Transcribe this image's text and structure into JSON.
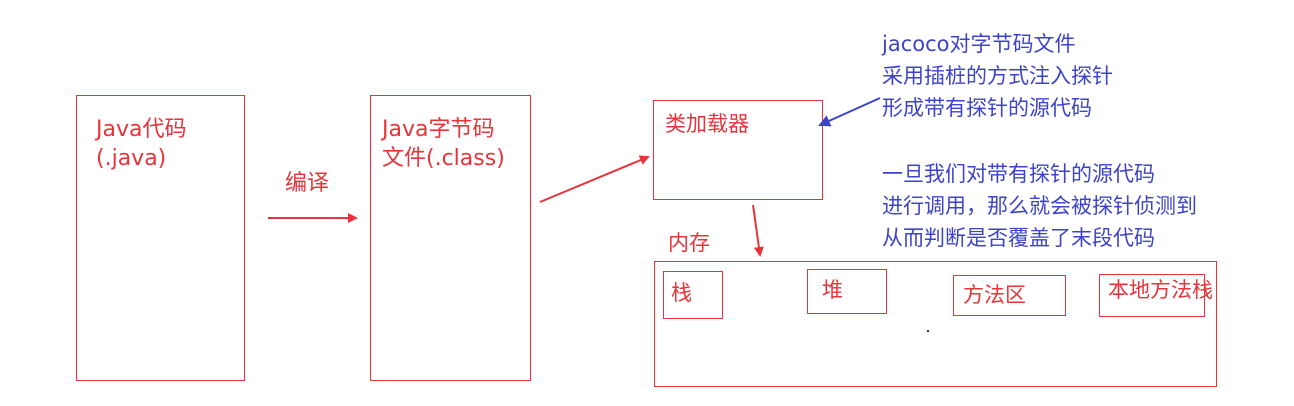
{
  "source": {
    "line1": "Java代码",
    "line2": "(.java)"
  },
  "compile_label": "编译",
  "bytecode": {
    "line1": "Java字节码",
    "line2": "文件(.class)"
  },
  "classloader": "类加载器",
  "memory": {
    "label": "内存",
    "areas": [
      "栈",
      "堆",
      "方法区",
      "本地方法栈"
    ]
  },
  "note1": [
    "jacoco对字节码文件",
    "采用插桩的方式注入探针",
    "形成带有探针的源代码"
  ],
  "note2": [
    "一旦我们对带有探针的源代码",
    "进行调用，那么就会被探针侦测到",
    "从而判断是否覆盖了末段代码"
  ],
  "colors": {
    "red": "#e8333b",
    "blue": "#3d44c9"
  }
}
